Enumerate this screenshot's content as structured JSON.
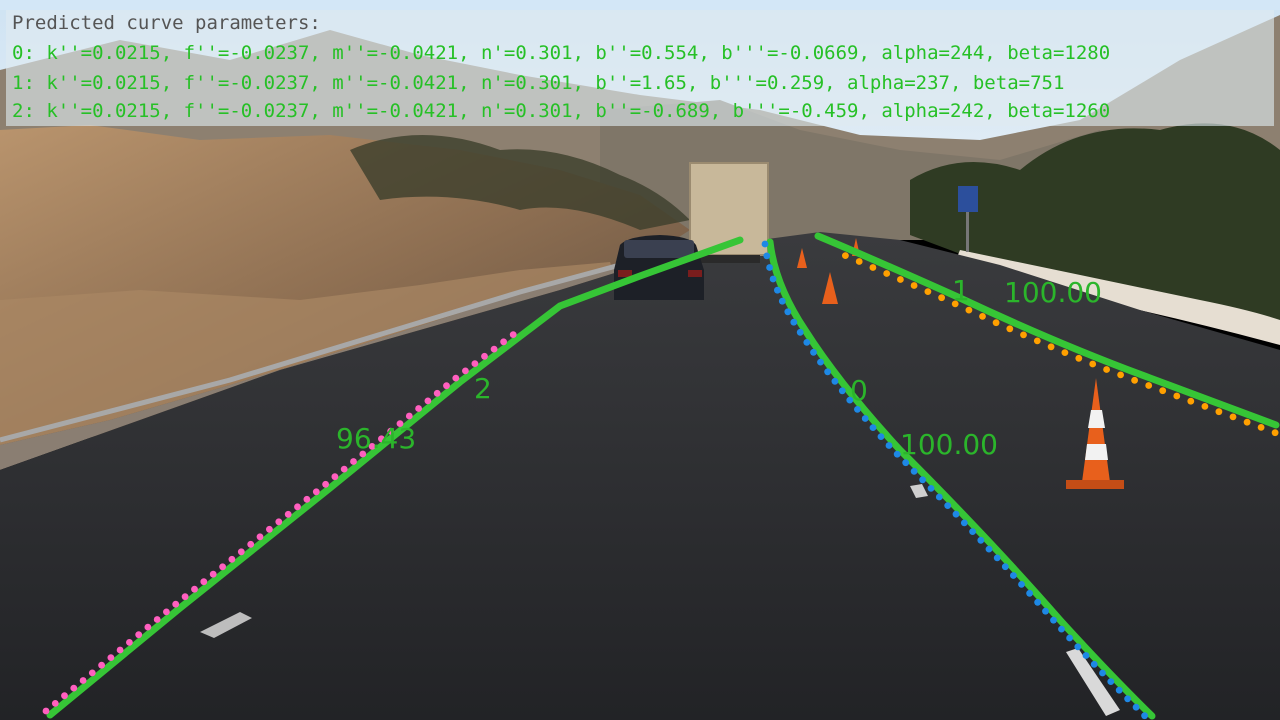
{
  "overlay": {
    "title": "Predicted curve parameters:",
    "lines": [
      "0: k''=0.0215, f''=-0.0237, m''=-0.0421, n'=0.301, b''=0.554, b'''=-0.0669, alpha=244, beta=1280",
      "1: k''=0.0215, f''=-0.0237, m''=-0.0421, n'=0.301, b''=1.65, b'''=0.259, alpha=237, beta=751",
      "2: k''=0.0215, f''=-0.0237, m''=-0.0421, n'=0.301, b''=-0.689, b'''=-0.459, alpha=242, beta=1260"
    ]
  },
  "lanes": {
    "lane_0": {
      "id": "0",
      "score": "100.00",
      "point_color": "#1e88e5"
    },
    "lane_1": {
      "id": "1",
      "score": "100.00",
      "point_color": "#ffa000"
    },
    "lane_2": {
      "id": "2",
      "score": "96.43",
      "point_color": "#ff5fbf"
    },
    "curve_color": "#36c536"
  }
}
